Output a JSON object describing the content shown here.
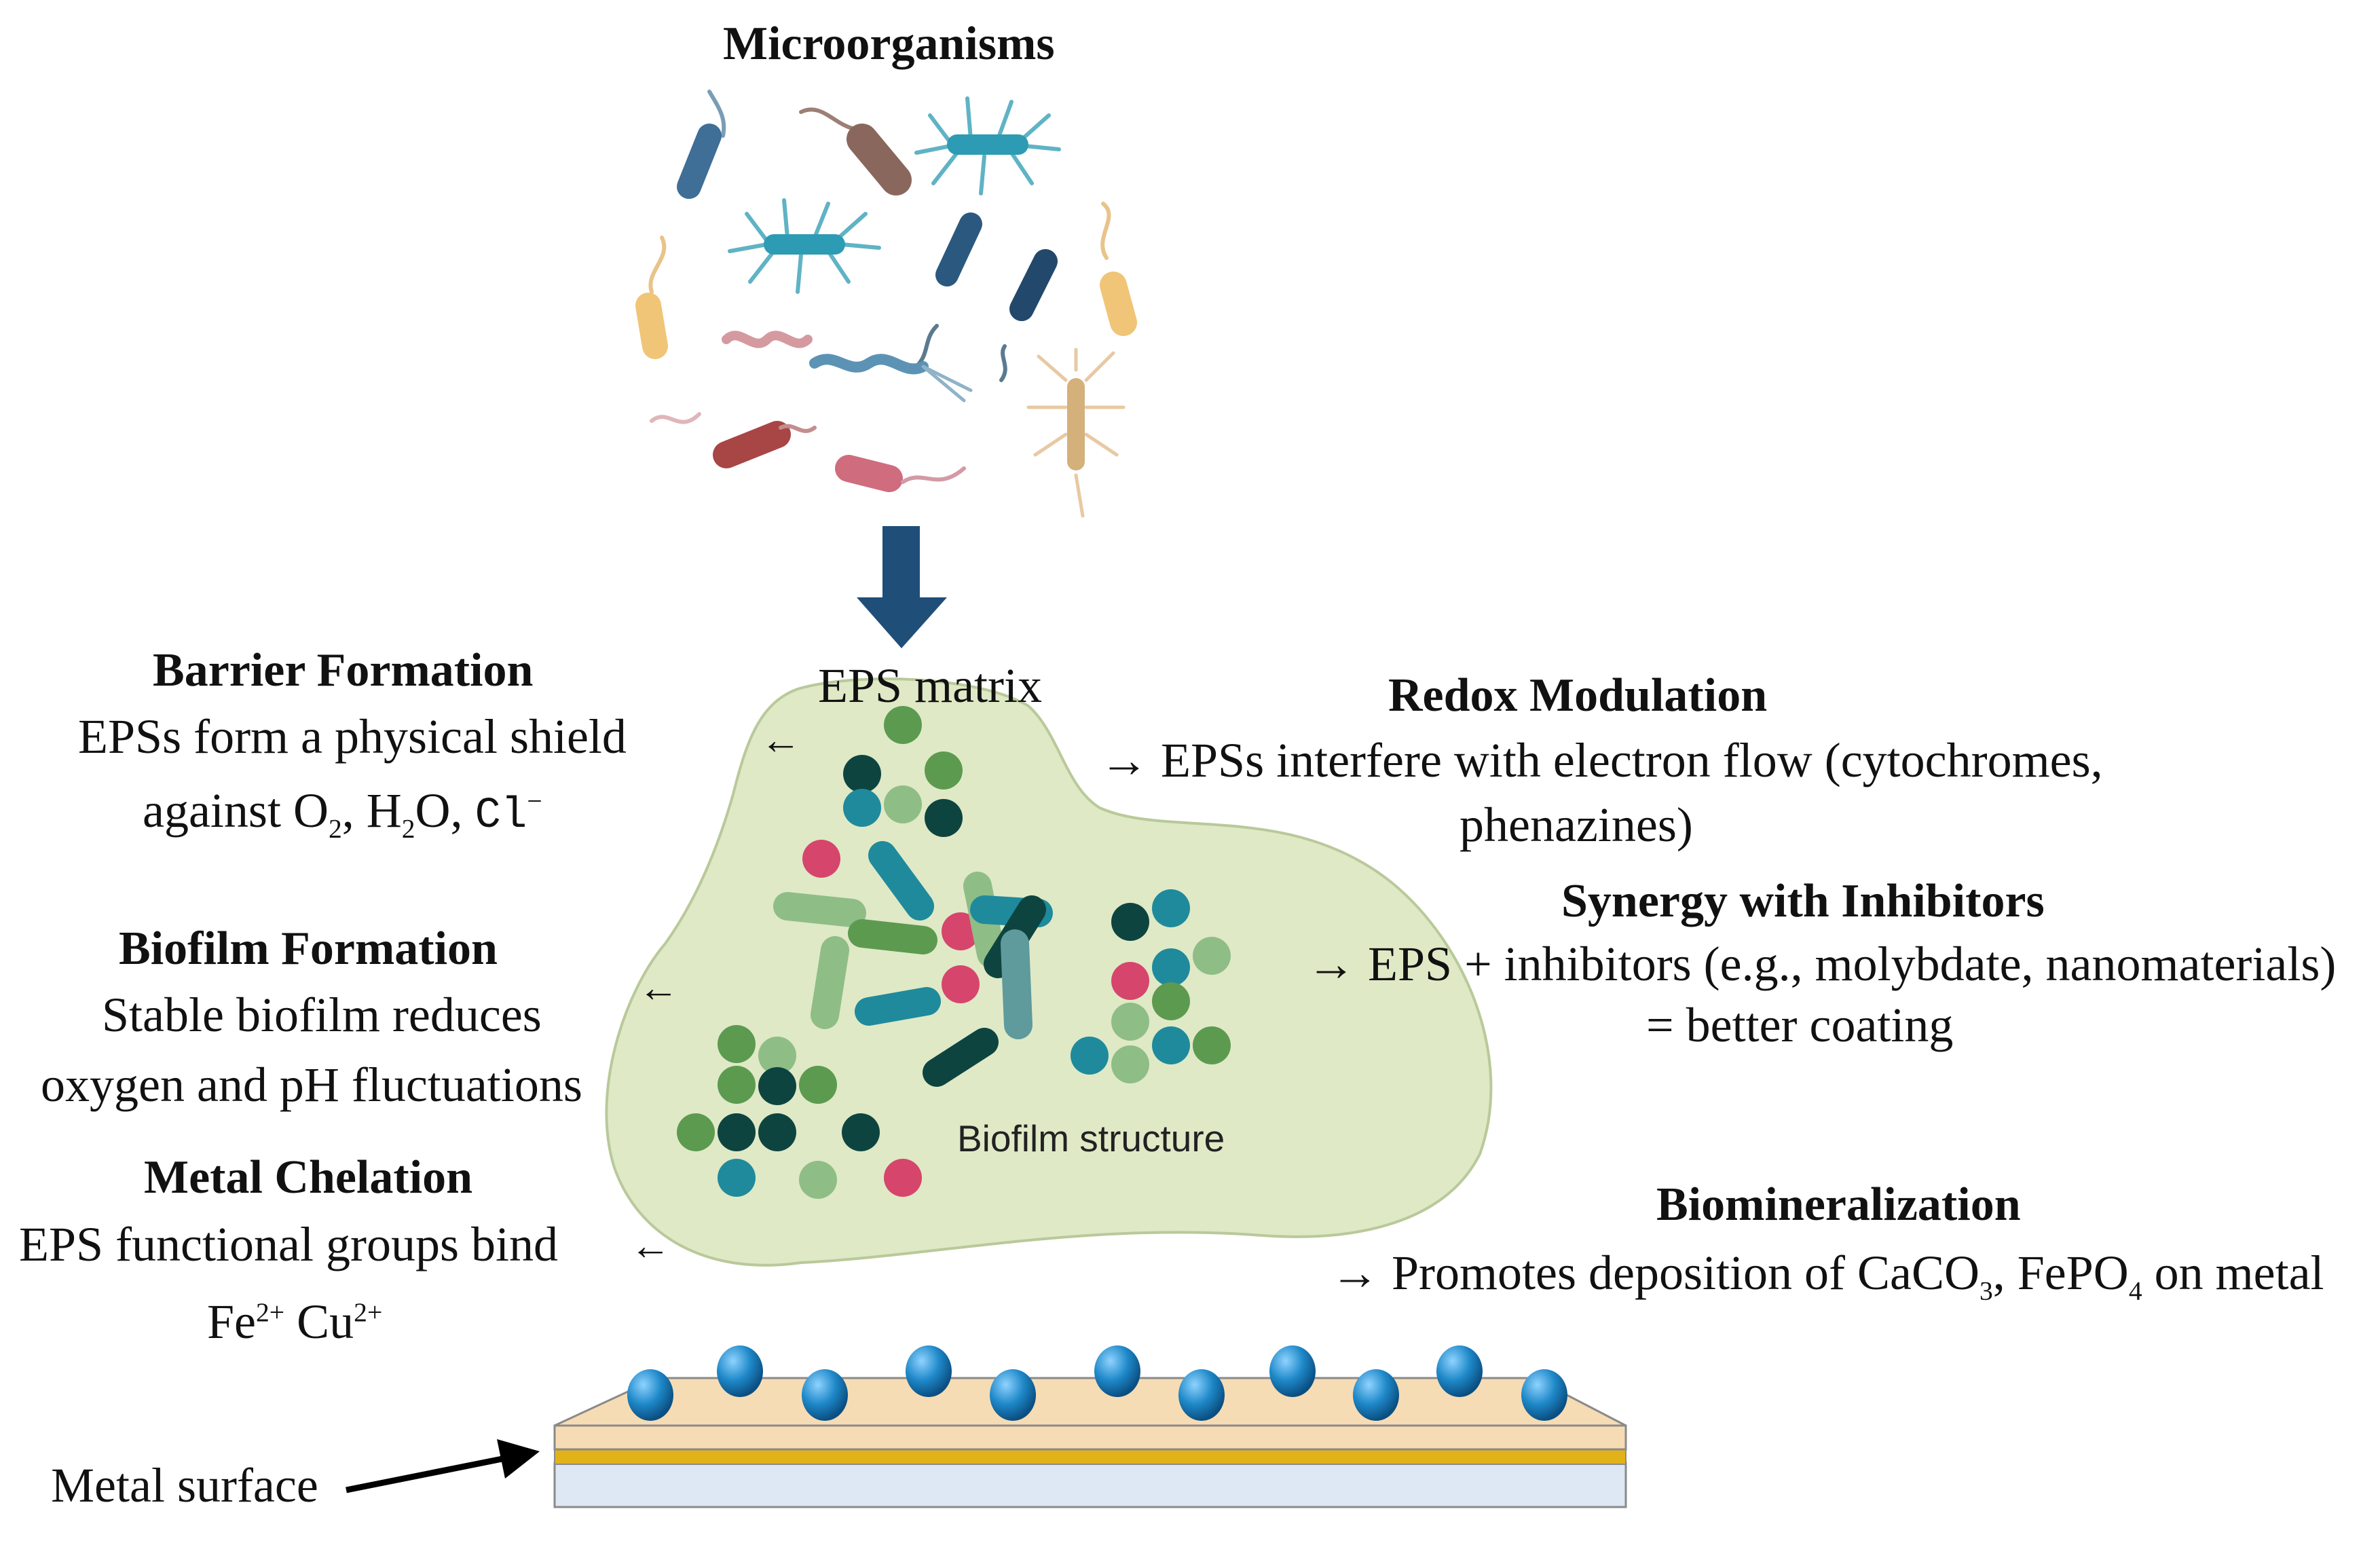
{
  "top_title": "Microorganisms",
  "eps_matrix_label": "EPS matrix",
  "biofilm_structure_label": "Biofilm structure",
  "metal_surface_label": "Metal surface",
  "arrow_left": "←",
  "arrow_right": "→",
  "barrier": {
    "title": "Barrier Formation",
    "line1": "EPSs form a physical shield",
    "line2_prefix": "against O",
    "o2_sub": "2",
    "h2o_pre": ", H",
    "h2o_sub": "2",
    "h2o_post": "O, ",
    "cl": "Cl",
    "cl_sup": "−"
  },
  "biofilm": {
    "title": "Biofilm Formation",
    "line1": "Stable biofilm reduces",
    "line2": "oxygen and pH fluctuations"
  },
  "chelation": {
    "title": "Metal Chelation",
    "line1": "EPS functional groups bind",
    "fe": "Fe",
    "fe_sup": "2+",
    "cu": " Cu",
    "cu_sup": "2+"
  },
  "redox": {
    "title": "Redox Modulation",
    "line1": "EPSs interfere with electron flow (cytochromes,",
    "line2": "phenazines)"
  },
  "synergy": {
    "title": "Synergy with Inhibitors",
    "line1": "EPS + inhibitors (e.g., molybdate, nanomaterials)",
    "line2": "= better coating"
  },
  "biomin": {
    "title": "Biomineralization",
    "pre": "Promotes deposition of CaCO",
    "caco3_sub": "3",
    "mid": ", FePO",
    "fepo4_sub": "4",
    "post": " on metal"
  },
  "colors": {
    "eps_fill": "#dfe9c6",
    "eps_stroke": "#b9c99a",
    "arrow_blue": "#1f4e79",
    "sphere_blue": "#1e88c8",
    "metal_top": "#f6dcb4",
    "metal_gold": "#e2b21a",
    "metal_base": "#dde8f4"
  }
}
